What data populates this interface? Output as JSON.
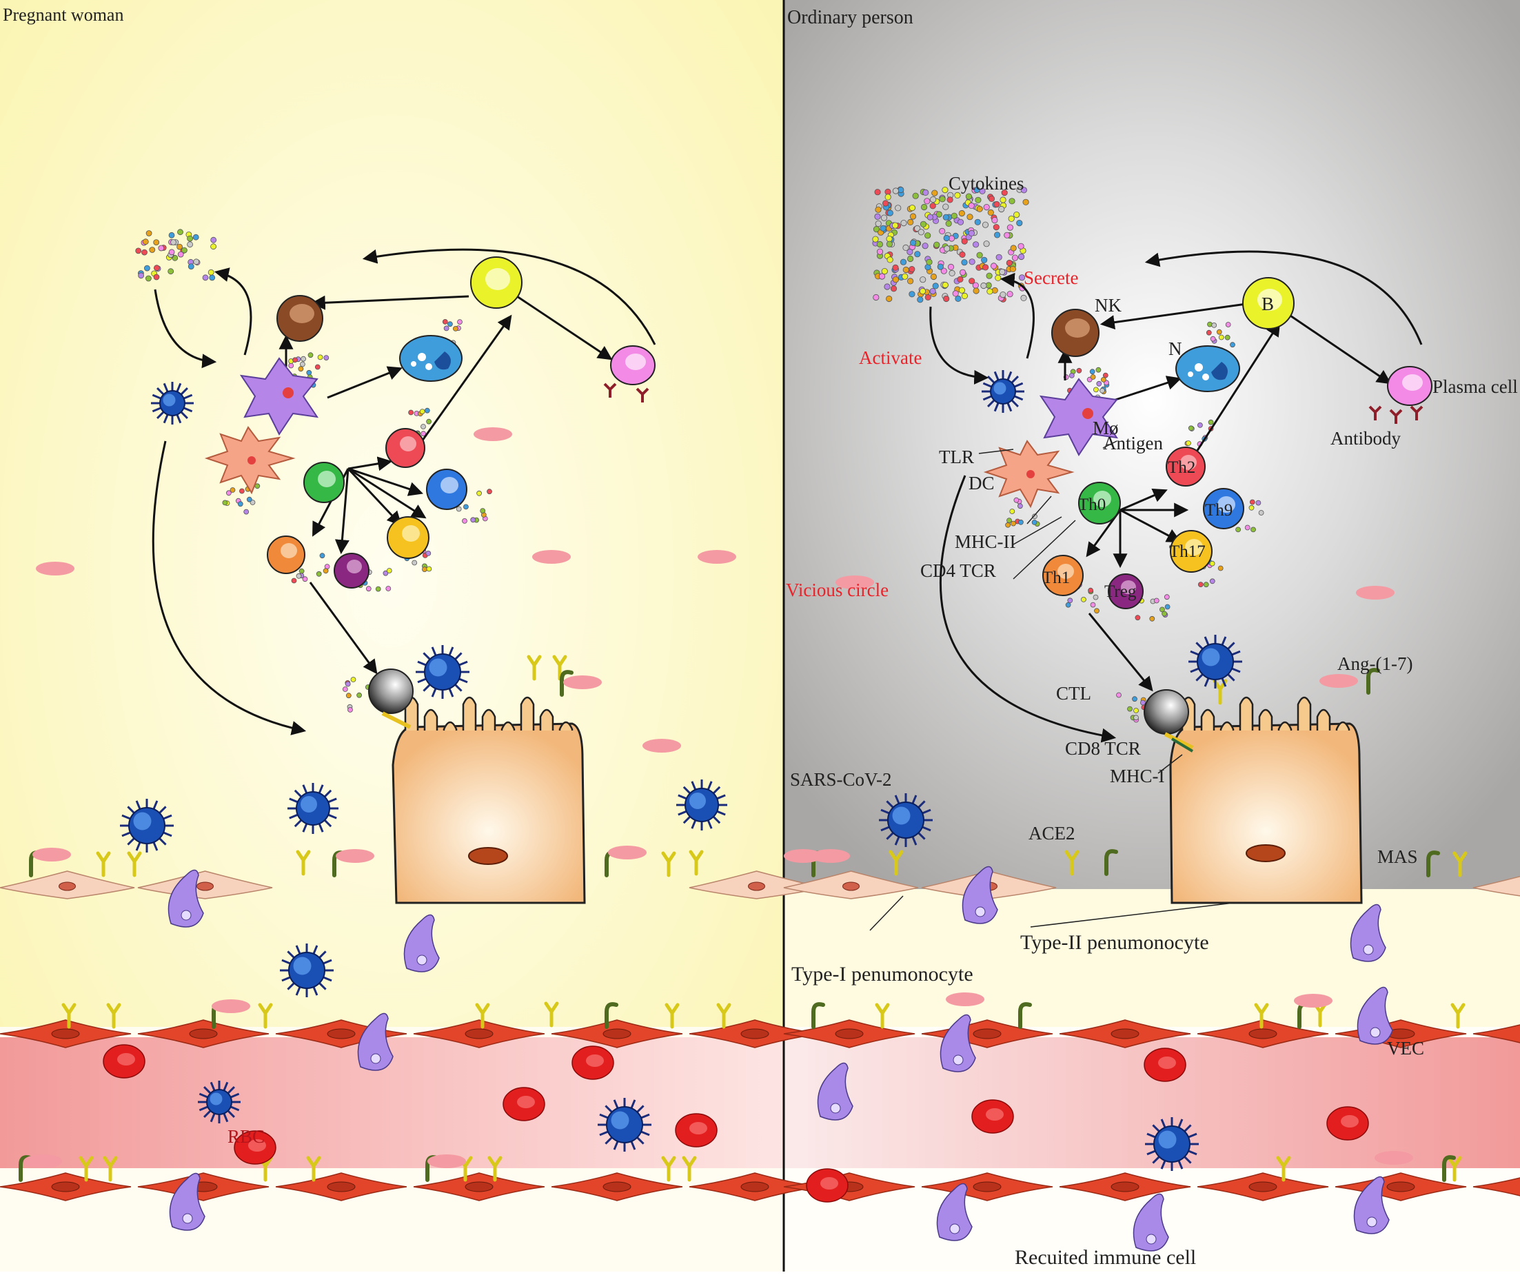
{
  "panels": {
    "left_title": "Pregnant woman",
    "right_title": "Ordinary person"
  },
  "left_labels": {
    "rbc": "RBC"
  },
  "right_labels": {
    "cytokines": "Cytokines",
    "secrete": "Secrete",
    "activate": "Activate",
    "vicious_circle": "Vicious circle",
    "nk": "NK",
    "n": "N",
    "b": "B",
    "plasma_cell": "Plasma cell",
    "antibody": "Antibody",
    "macrophage": "Mø",
    "antigen": "Antigen",
    "tlr": "TLR",
    "dc": "DC",
    "th0": "Th0",
    "th1": "Th1",
    "th2": "Th2",
    "th9": "Th9",
    "th17": "Th17",
    "treg": "Treg",
    "mhc_ii": "MHC-II",
    "cd4_tcr": "CD4 TCR",
    "ctl": "CTL",
    "cd8_tcr": "CD8 TCR",
    "mhc_i": "MHC-I",
    "ang17": "Ang-(1-7)",
    "sars": "SARS-CoV-2",
    "ace2": "ACE2",
    "mas": "MAS",
    "type1": "Type-I  penumonocyte",
    "type2": "Type-II  penumonocyte",
    "vec": "VEC",
    "recruited": "Recuited immune cell"
  },
  "colors": {
    "left_bg": "#fdf8c4",
    "right_bg": "#bdbdbd",
    "highlight_text": "#e8232a",
    "vessel": "#f3b8b6",
    "endothelium": "#e2452a",
    "pneumocyte": "#f6c98d",
    "virus": "#1a4fb3",
    "macrophage": "#b585e8",
    "nk": "#8a4a26",
    "b_cell": "#eaf22a",
    "plasma_cell": "#f28ae6",
    "neutrophil": "#3f9ddc",
    "th0": "#35b845",
    "th1": "#f08a3a",
    "th2": "#ee4a55",
    "th9": "#2f78e0",
    "th17": "#f5c21f",
    "treg": "#8a2780",
    "ctl": "#3a3a3a"
  }
}
